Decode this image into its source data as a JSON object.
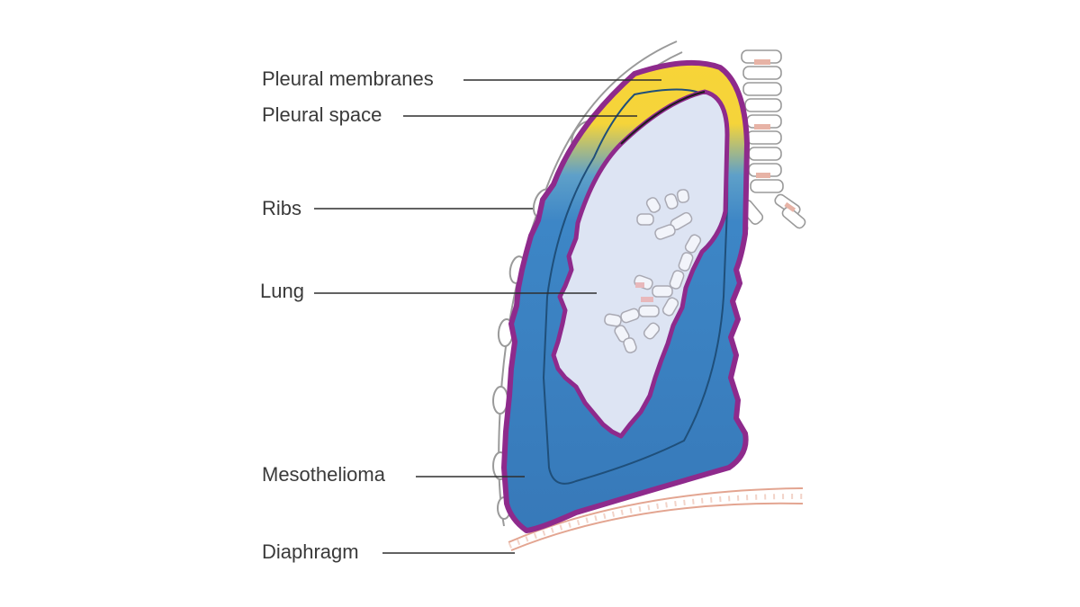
{
  "labels": {
    "pleural_membranes": "Pleural membranes",
    "pleural_space": "Pleural space",
    "ribs": "Ribs",
    "lung": "Lung",
    "mesothelioma": "Mesothelioma",
    "diaphragm": "Diaphragm"
  },
  "colors": {
    "mesothelioma_fill": "#3b82c4",
    "mesothelioma_outline": "#8e2a8c",
    "pleural_membrane": "#f4d23a",
    "lung_fill": "#dde4f3",
    "ribs_outline": "#9a9a9a",
    "diaphragm": "#e3a591",
    "trachea_rings": "#e7b3a6",
    "leader_lines": "#2f2f2f"
  }
}
